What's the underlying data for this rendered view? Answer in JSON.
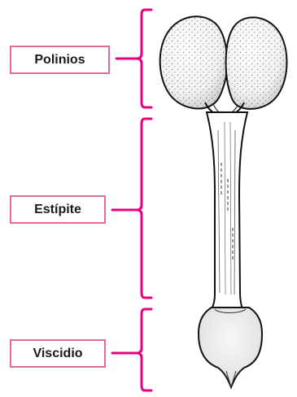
{
  "labels": {
    "polinios": "Polinios",
    "estipite": "Estípite",
    "viscidio": "Viscidio"
  },
  "colors": {
    "accent": "#e6007e",
    "box_border": "#e4689a",
    "ink": "#1a1a1a"
  }
}
